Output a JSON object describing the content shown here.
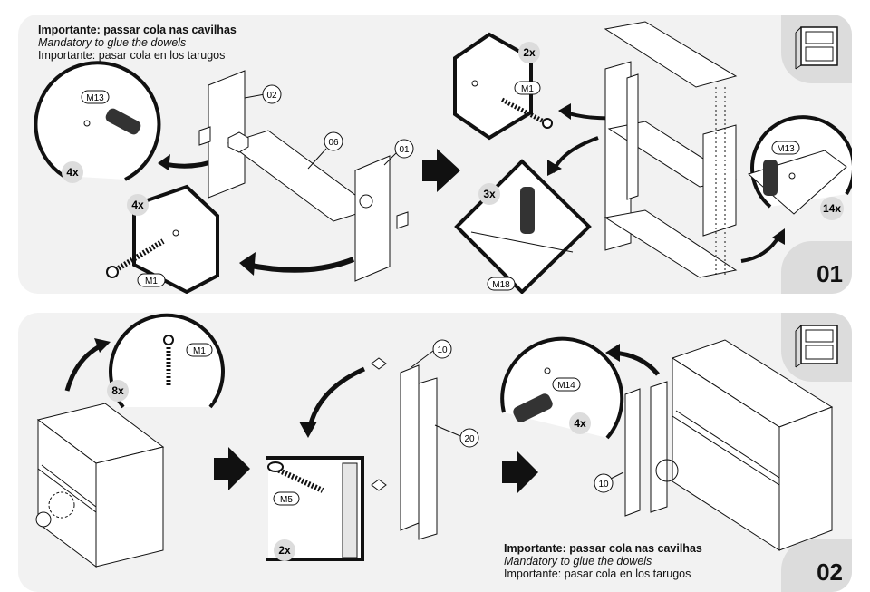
{
  "notes": {
    "line_pt": "Importante: passar cola nas cavilhas",
    "line_en": "Mandatory to glue the dowels",
    "line_es": "Importante: pasar cola en los tarugos"
  },
  "steps": [
    {
      "number": "01",
      "part_labels": [
        "02",
        "06",
        "01"
      ],
      "callouts": {
        "dowel_left": {
          "code": "M13",
          "qty": "4x"
        },
        "screw_left": {
          "code": "M1",
          "qty": "4x"
        },
        "screw_top": {
          "code": "M1",
          "qty": "2x"
        },
        "dowel_center": {
          "code": "M18",
          "qty": "3x"
        },
        "dowel_right": {
          "code": "M13",
          "qty": "14x"
        }
      }
    },
    {
      "number": "02",
      "part_labels": [
        "10",
        "20",
        "10"
      ],
      "callouts": {
        "screw_top": {
          "code": "M1",
          "qty": "8x"
        },
        "screw_mid": {
          "code": "M5",
          "qty": "2x"
        },
        "dowel_right": {
          "code": "M14",
          "qty": "4x"
        }
      }
    }
  ],
  "colors": {
    "panel_bg": "#f2f2f2",
    "corner_bg": "#dcdcdc",
    "ink": "#111111"
  }
}
